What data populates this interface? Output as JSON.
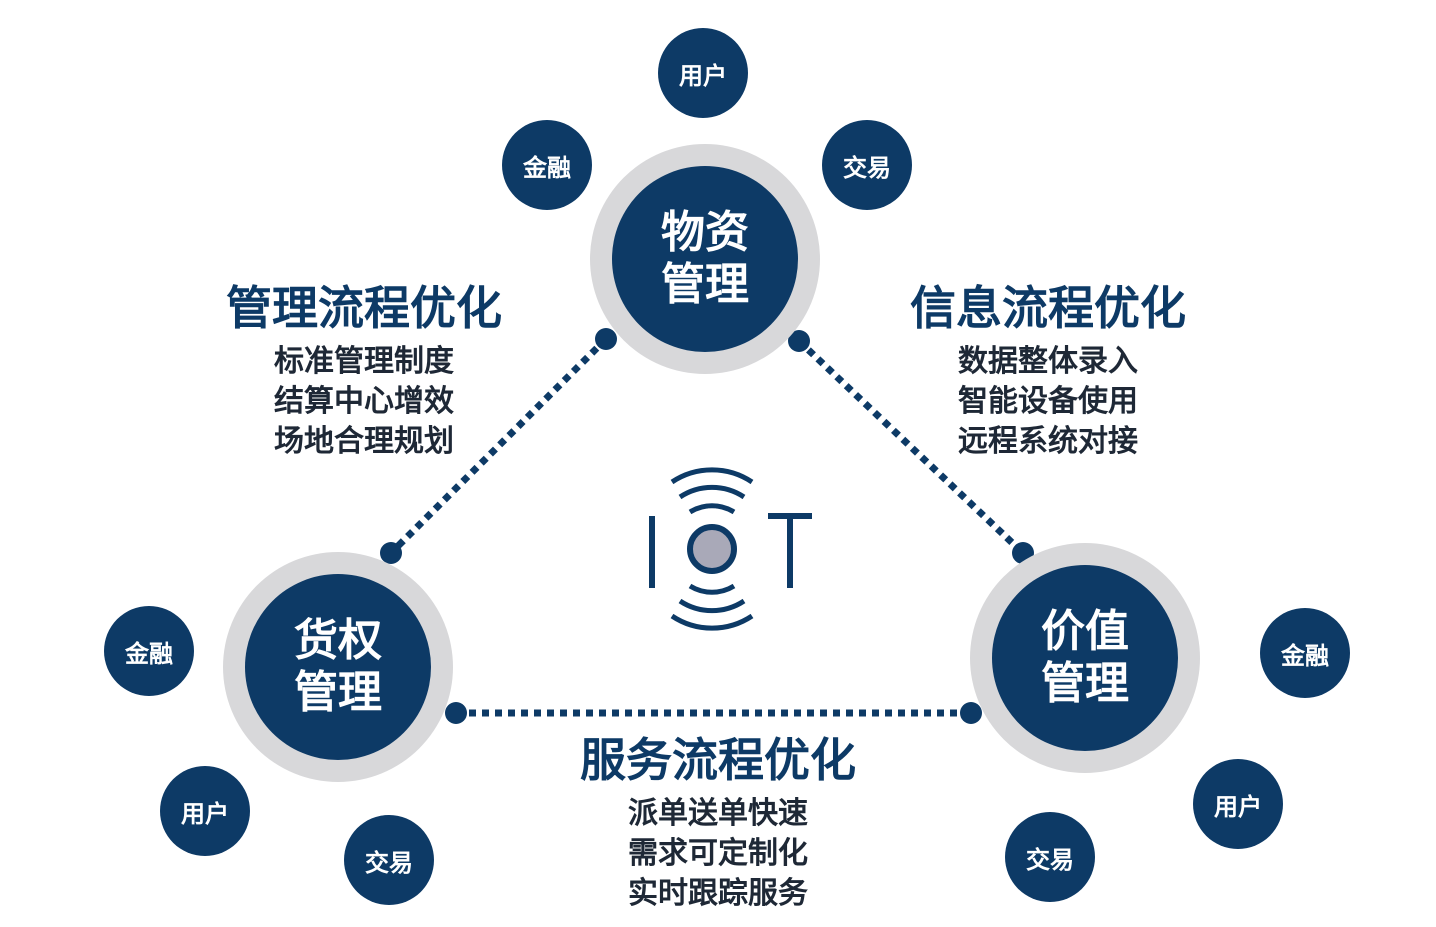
{
  "colors": {
    "navy": "#0d3a66",
    "ring": "#d8d8da",
    "text_dark": "#1e2836",
    "iot_dot": "#a9a9b8"
  },
  "hubs": {
    "top": {
      "line1": "物资",
      "line2": "管理"
    },
    "left": {
      "line1": "货权",
      "line2": "管理"
    },
    "right": {
      "line1": "价值",
      "line2": "管理"
    }
  },
  "satellites": {
    "top": [
      "用户",
      "金融",
      "交易"
    ],
    "left": [
      "金融",
      "用户",
      "交易"
    ],
    "right": [
      "金融",
      "用户",
      "交易"
    ]
  },
  "flows": {
    "management": {
      "heading": "管理流程优化",
      "items": [
        "标准管理制度",
        "结算中心增效",
        "场地合理规划"
      ]
    },
    "information": {
      "heading": "信息流程优化",
      "items": [
        "数据整体录入",
        "智能设备使用",
        "远程系统对接"
      ]
    },
    "service": {
      "heading": "服务流程优化",
      "items": [
        "派单送单快速",
        "需求可定制化",
        "实时跟踪服务"
      ]
    }
  },
  "center_icon": "iot-icon"
}
